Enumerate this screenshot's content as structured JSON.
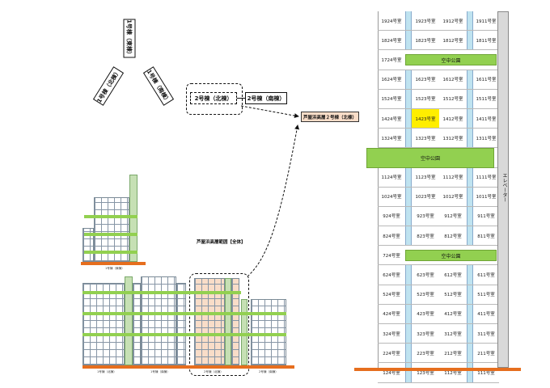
{
  "wings": {
    "east": "1号棟（東棟）",
    "north1": "1号棟（北棟）",
    "south1": "1号棟（南棟）",
    "north2": "2号棟（北棟）",
    "south2": "2号棟（南棟）"
  },
  "callout": "芦屋浜高層２号棟（北棟）",
  "overview_title": "芦屋浜高層範囲【全体】",
  "elevator_label": "エレベーター",
  "sky_garden_label": "空中公園",
  "floors": [
    {
      "type": "rooms",
      "rooms": [
        "1924号室",
        "1923号室",
        "1912号室",
        "1911号室"
      ]
    },
    {
      "type": "rooms",
      "rooms": [
        "1824号室",
        "1823号室",
        "1812号室",
        "1811号室"
      ]
    },
    {
      "type": "garden",
      "first": "1724号室"
    },
    {
      "type": "rooms",
      "rooms": [
        "1624号室",
        "1623号室",
        "1612号室",
        "1611号室"
      ]
    },
    {
      "type": "rooms",
      "rooms": [
        "1524号室",
        "1523号室",
        "1512号室",
        "1511号室"
      ]
    },
    {
      "type": "rooms",
      "rooms": [
        "1424号室",
        "1423号室",
        "1412号室",
        "1411号室"
      ],
      "highlight": 1
    },
    {
      "type": "rooms",
      "rooms": [
        "1324号室",
        "1323号室",
        "1312号室",
        "1311号室"
      ]
    },
    {
      "type": "fullgarden"
    },
    {
      "type": "rooms",
      "rooms": [
        "1124号室",
        "1123号室",
        "1112号室",
        "1111号室"
      ]
    },
    {
      "type": "rooms",
      "rooms": [
        "1024号室",
        "1023号室",
        "1012号室",
        "1011号室"
      ]
    },
    {
      "type": "rooms",
      "rooms": [
        "924号室",
        "923号室",
        "912号室",
        "911号室"
      ]
    },
    {
      "type": "rooms",
      "rooms": [
        "824号室",
        "823号室",
        "812号室",
        "811号室"
      ]
    },
    {
      "type": "garden",
      "first": "724号室"
    },
    {
      "type": "rooms",
      "rooms": [
        "624号室",
        "623号室",
        "612号室",
        "611号室"
      ]
    },
    {
      "type": "rooms",
      "rooms": [
        "524号室",
        "523号室",
        "512号室",
        "511号室"
      ]
    },
    {
      "type": "rooms",
      "rooms": [
        "424号室",
        "423号室",
        "412号室",
        "411号室"
      ]
    },
    {
      "type": "rooms",
      "rooms": [
        "324号室",
        "323号室",
        "312号室",
        "311号室"
      ]
    },
    {
      "type": "rooms",
      "rooms": [
        "224号室",
        "223号室",
        "212号室",
        "211号室"
      ]
    },
    {
      "type": "rooms",
      "rooms": [
        "124号室",
        "123号室",
        "112号室",
        "111号室"
      ]
    }
  ],
  "elevation_labels": {
    "b1": "1号棟（東棟）",
    "b2": "1号棟（北棟）",
    "b3": "1号棟（南棟）",
    "b4": "2号棟（北棟）",
    "b5": "2号棟（南棟）"
  }
}
